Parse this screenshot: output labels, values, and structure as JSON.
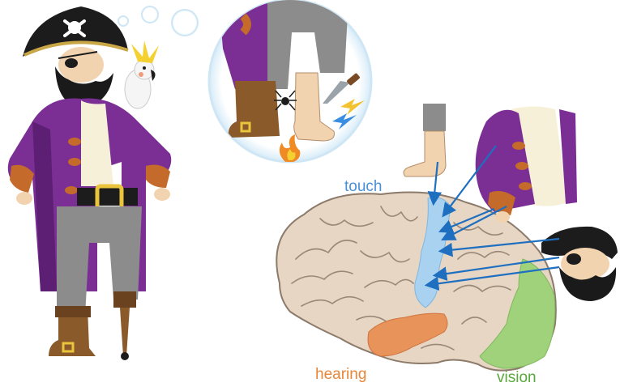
{
  "labels": {
    "touch": "touch",
    "hearing": "hearing",
    "vision": "vision"
  },
  "colors": {
    "touch": "#4a90d9",
    "hearing": "#e8863a",
    "vision": "#5aa83c",
    "coat": "#7b2f95",
    "coat_shadow": "#5d1f73",
    "cuff": "#c46a2a",
    "skin": "#f2d3b0",
    "beard": "#1a1a1a",
    "brain": "#e7d6c3",
    "brain_outline": "#8c7a6a",
    "touch_region": "#a9d2f0",
    "hearing_region": "#e8935a",
    "vision_region": "#9fd27b",
    "arrow": "#1e6fc0"
  }
}
